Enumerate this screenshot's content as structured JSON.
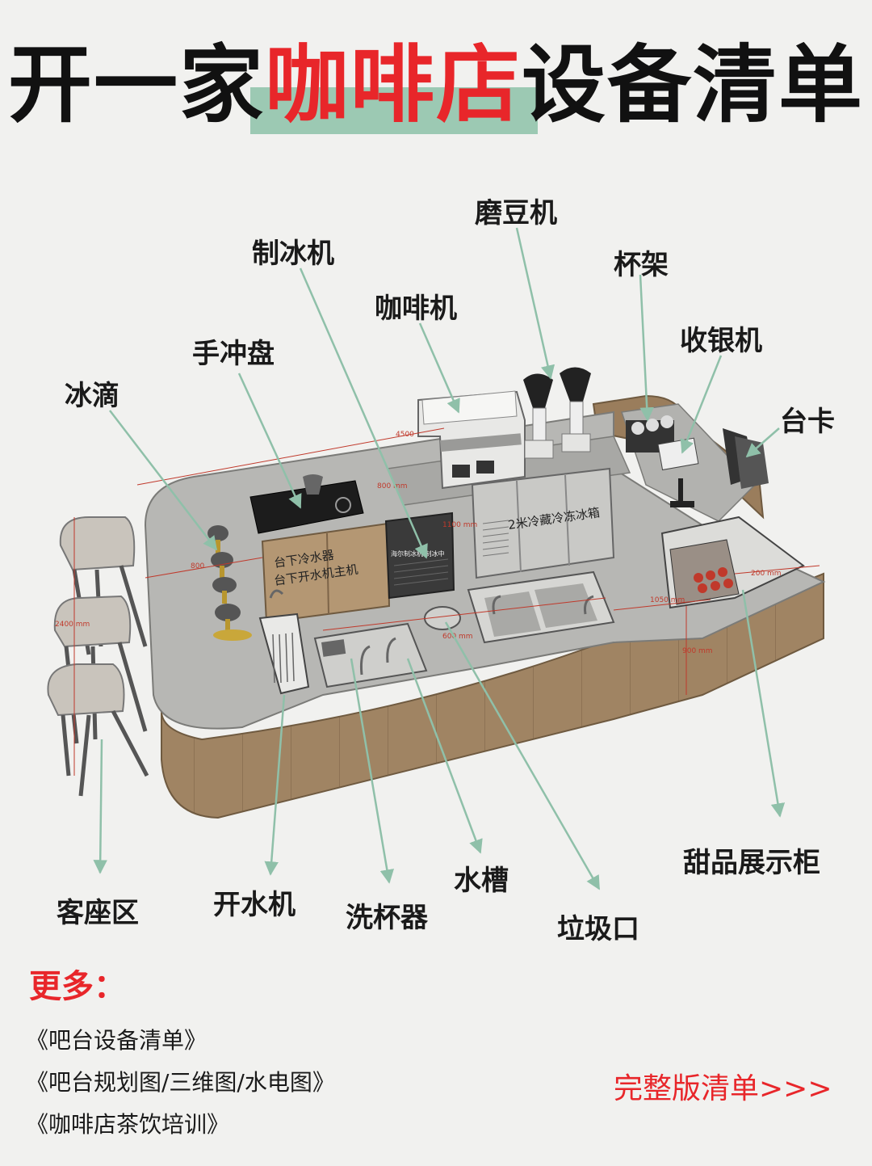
{
  "title": {
    "part1": "开一家",
    "part2": "咖啡店",
    "part3": "设备清单"
  },
  "labels": {
    "grinder": "磨豆机",
    "ice_maker": "制冰机",
    "cup_rack": "杯架",
    "coffee_machine": "咖啡机",
    "cashier": "收银机",
    "pour_over_tray": "手冲盘",
    "ice_drip": "冰滴",
    "table_card": "台卡",
    "seating": "客座区",
    "water_boiler": "开水机",
    "cup_washer": "洗杯器",
    "sink": "水槽",
    "trash_port": "垃圾口",
    "dessert_case": "甜品展示柜"
  },
  "sign_labels": {
    "fridge": "2米冷藏冷冻冰箱",
    "under_counter_1": "台下冷水器",
    "under_counter_2": "台下开水机主机",
    "ice_machine_panel": "海尔制冰机 制冰中"
  },
  "dimensions": {
    "d4500": "4500",
    "d800_top": "800 mm",
    "d800_left": "800",
    "d2400": "2400 mm",
    "d600": "600 mm",
    "d900": "900 mm",
    "d200": "200 mm",
    "d1100": "1100 mm",
    "d1050": "1050 mm"
  },
  "more": {
    "heading": "更多：",
    "items": [
      "《吧台设备清单》",
      "《吧台规划图/三维图/水电图》",
      "《咖啡店茶饮培训》"
    ],
    "cta": "完整版清单>>>"
  },
  "colors": {
    "accent_red": "#e8262a",
    "highlight_green": "#9cc9b3",
    "arrow": "#8fc0a9",
    "wood": "#a08463",
    "counter_top": "#b7b7b4"
  }
}
